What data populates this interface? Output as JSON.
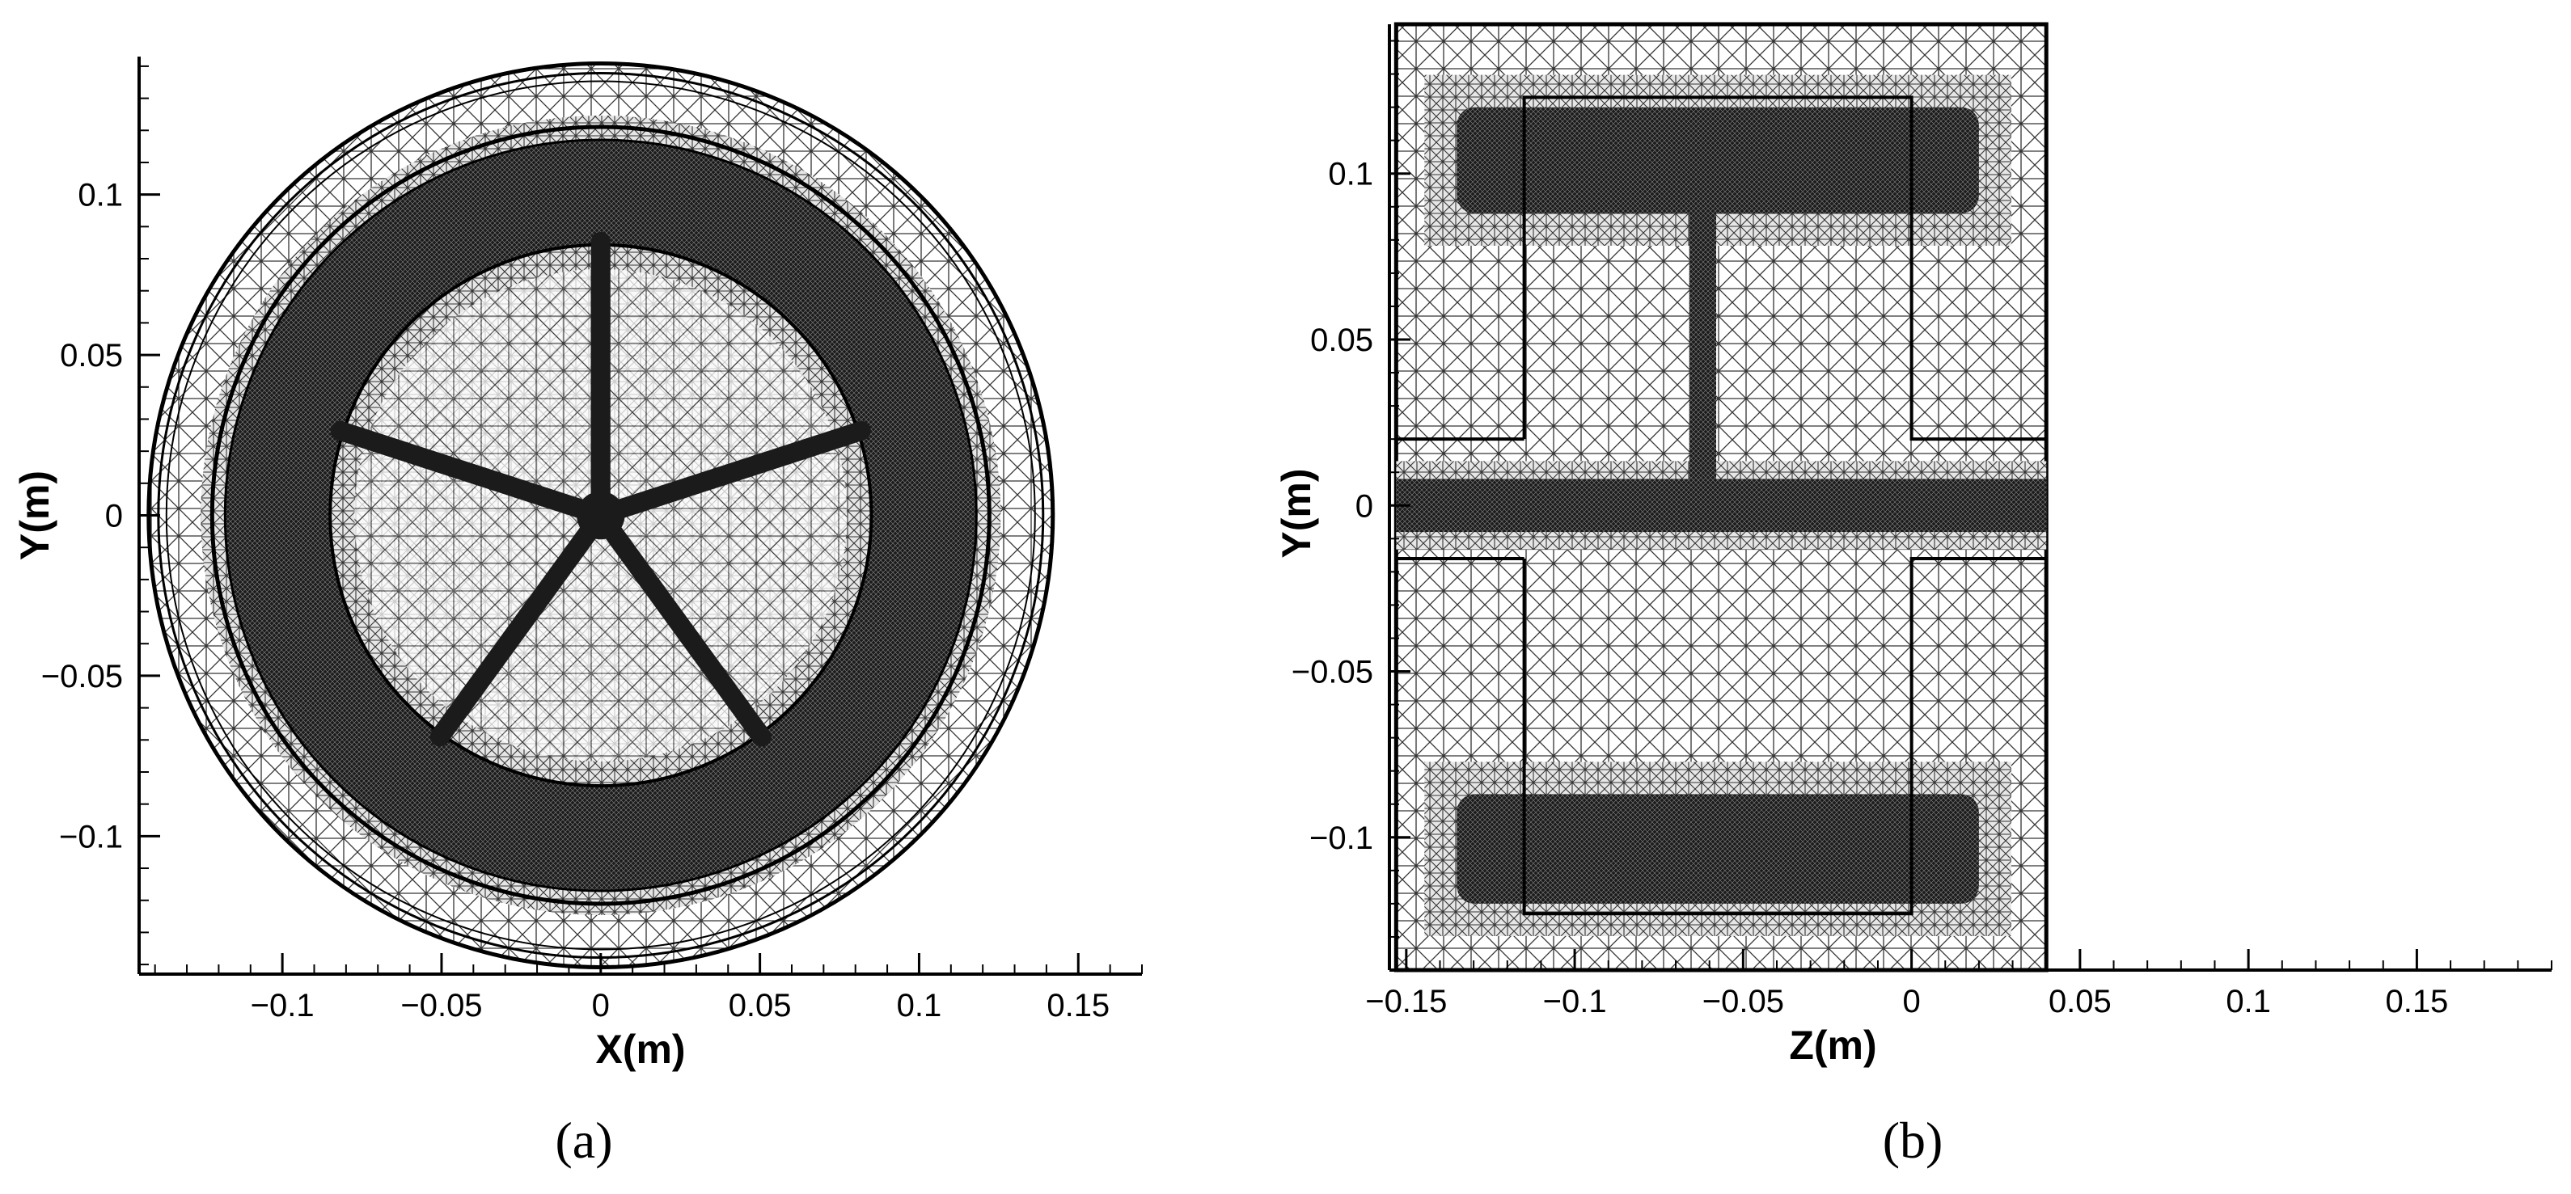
{
  "figure": {
    "panels": [
      {
        "id": "a",
        "label": "(a)",
        "type": "mesh-cross-section",
        "xlabel": "X(m)",
        "ylabel": "Y(m)",
        "xlim": [
          -0.145,
          0.17
        ],
        "ylim": [
          -0.143,
          0.143
        ],
        "xticks": [
          {
            "value": -0.1,
            "label": "−0.1"
          },
          {
            "value": -0.05,
            "label": "−0.05"
          },
          {
            "value": 0,
            "label": "0"
          },
          {
            "value": 0.05,
            "label": "0.05"
          },
          {
            "value": 0.1,
            "label": "0.1"
          },
          {
            "value": 0.15,
            "label": "0.15"
          }
        ],
        "yticks": [
          {
            "value": 0.1,
            "label": "0.1"
          },
          {
            "value": 0.05,
            "label": "0.05"
          },
          {
            "value": 0,
            "label": "0"
          },
          {
            "value": -0.05,
            "label": "−0.05"
          },
          {
            "value": -0.1,
            "label": "−0.1"
          }
        ],
        "geometry": {
          "outer_radius": 0.142,
          "ring_outer_radius": 0.118,
          "ring_inner_radius": 0.085,
          "spokes": 5,
          "hub_radius": 0.004
        }
      },
      {
        "id": "b",
        "label": "(b)",
        "type": "mesh-cross-section",
        "xlabel": "Z(m)",
        "ylabel": "Y(m)",
        "xlim": [
          -0.155,
          0.19
        ],
        "ylim": [
          -0.14,
          0.145
        ],
        "xticks": [
          {
            "value": -0.15,
            "label": "−0.15"
          },
          {
            "value": -0.1,
            "label": "−0.1"
          },
          {
            "value": -0.05,
            "label": "−0.05"
          },
          {
            "value": 0,
            "label": "0"
          },
          {
            "value": 0.05,
            "label": "0.05"
          },
          {
            "value": 0.1,
            "label": "0.1"
          },
          {
            "value": 0.15,
            "label": "0.15"
          }
        ],
        "yticks": [
          {
            "value": 0.1,
            "label": "0.1"
          },
          {
            "value": 0.05,
            "label": "0.05"
          },
          {
            "value": 0,
            "label": "0"
          },
          {
            "value": -0.05,
            "label": "−0.05"
          },
          {
            "value": -0.1,
            "label": "−0.1"
          }
        ],
        "geometry": {
          "domain_z": [
            -0.153,
            0.04
          ],
          "rim_z": [
            -0.135,
            0.02
          ],
          "rim_top_y": [
            0.088,
            0.12
          ],
          "rim_bottom_y": [
            -0.12,
            -0.087
          ],
          "hub_y": [
            -0.008,
            0.008
          ],
          "web_z": [
            -0.066,
            -0.058
          ],
          "web_y": [
            0.008,
            0.088
          ]
        }
      }
    ]
  }
}
